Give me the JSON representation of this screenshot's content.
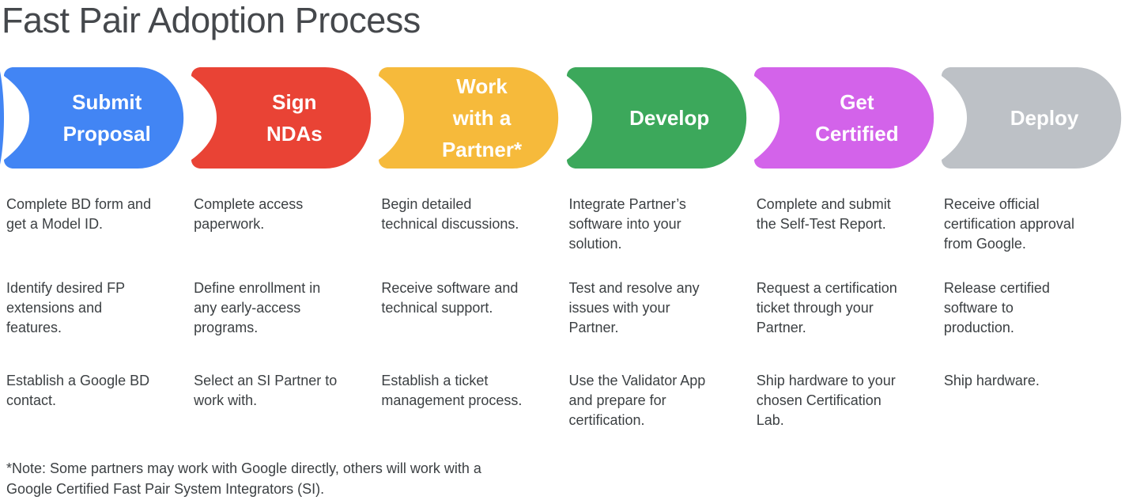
{
  "title": "Fast Pair Adoption Process",
  "stages": [
    {
      "name": "Submit Proposal",
      "label_lines": [
        "Submit",
        "Proposal"
      ],
      "color": "#4285F4",
      "items": [
        [
          "Complete BD form and",
          "get a Model ID."
        ],
        [
          "Identify desired FP",
          "extensions and",
          "features."
        ],
        [
          "Establish a Google BD",
          "contact."
        ]
      ]
    },
    {
      "name": "Sign NDAs",
      "label_lines": [
        "Sign",
        "NDAs"
      ],
      "color": "#E94335",
      "items": [
        [
          "Complete access",
          "paperwork."
        ],
        [
          "Define enrollment in",
          "any early-access",
          "programs."
        ],
        [
          "Select an SI Partner to",
          "work with."
        ]
      ]
    },
    {
      "name": "Work with a Partner*",
      "label_lines": [
        "Work",
        "with a",
        "Partner*"
      ],
      "color": "#F6BA3B",
      "items": [
        [
          "Begin detailed",
          "technical discussions."
        ],
        [
          "Receive software and",
          "technical support."
        ],
        [
          "Establish a ticket",
          "management process."
        ]
      ]
    },
    {
      "name": "Develop",
      "label_lines": [
        "Develop"
      ],
      "color": "#3CA85B",
      "items": [
        [
          "Integrate Partner’s",
          "software into your",
          "solution."
        ],
        [
          "Test and resolve any",
          "issues with your",
          "Partner."
        ],
        [
          "Use the Validator App",
          "and prepare for",
          "certification."
        ]
      ]
    },
    {
      "name": "Get Certified",
      "label_lines": [
        "Get",
        "Certified"
      ],
      "color": "#D363EA",
      "items": [
        [
          "Complete and submit",
          "the Self-Test Report."
        ],
        [
          "Request a certification",
          "ticket through your",
          "Partner."
        ],
        [
          "Ship hardware to your",
          "chosen Certification",
          "Lab."
        ]
      ]
    },
    {
      "name": "Deploy",
      "label_lines": [
        "Deploy"
      ],
      "color": "#BDC1C6",
      "items": [
        [
          "Receive official",
          "certification approval",
          "from Google."
        ],
        [
          "Release certified",
          "software to",
          "production."
        ],
        [
          "Ship hardware."
        ]
      ]
    }
  ],
  "footnote_lines": [
    "*Note: Some partners may work with Google directly, others will work with a",
    "Google Certified Fast Pair System Integrators (SI)."
  ]
}
